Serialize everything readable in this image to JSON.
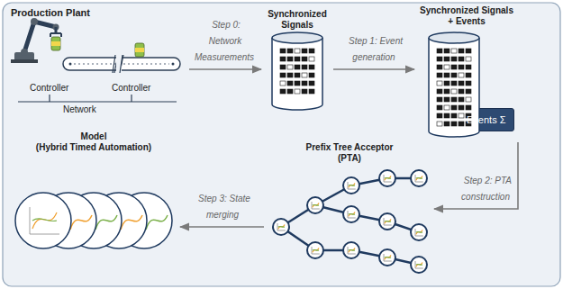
{
  "diagram": {
    "nodes": [
      {
        "text": [
          "Production Plant",
          "Controller",
          "Controller",
          "Network"
        ]
      },
      {
        "text": [
          "Synchronized Signals"
        ]
      },
      {
        "text": [
          "Synchronized Signals + Events"
        ]
      },
      {
        "text": [
          "Events Σ"
        ],
        "in": 2
      },
      {
        "text": [
          "Prefix Tree Acceptor (PTA)"
        ]
      },
      {
        "text": [
          "Model",
          "(Hybrid Timed Automation)"
        ]
      }
    ],
    "edges": [
      {
        "from": 0,
        "to": 1,
        "arrow": "to",
        "label": "Step 0: Network Measurements"
      },
      {
        "from": 1,
        "to": 2,
        "arrow": "to",
        "label": "Step 1: Event generation"
      },
      {
        "from": 2,
        "to": 4,
        "arrow": "to",
        "label": "Step 2: PTA construction"
      },
      {
        "from": 4,
        "to": 5,
        "arrow": "to",
        "label": "Step 3: State merging"
      }
    ]
  }
}
